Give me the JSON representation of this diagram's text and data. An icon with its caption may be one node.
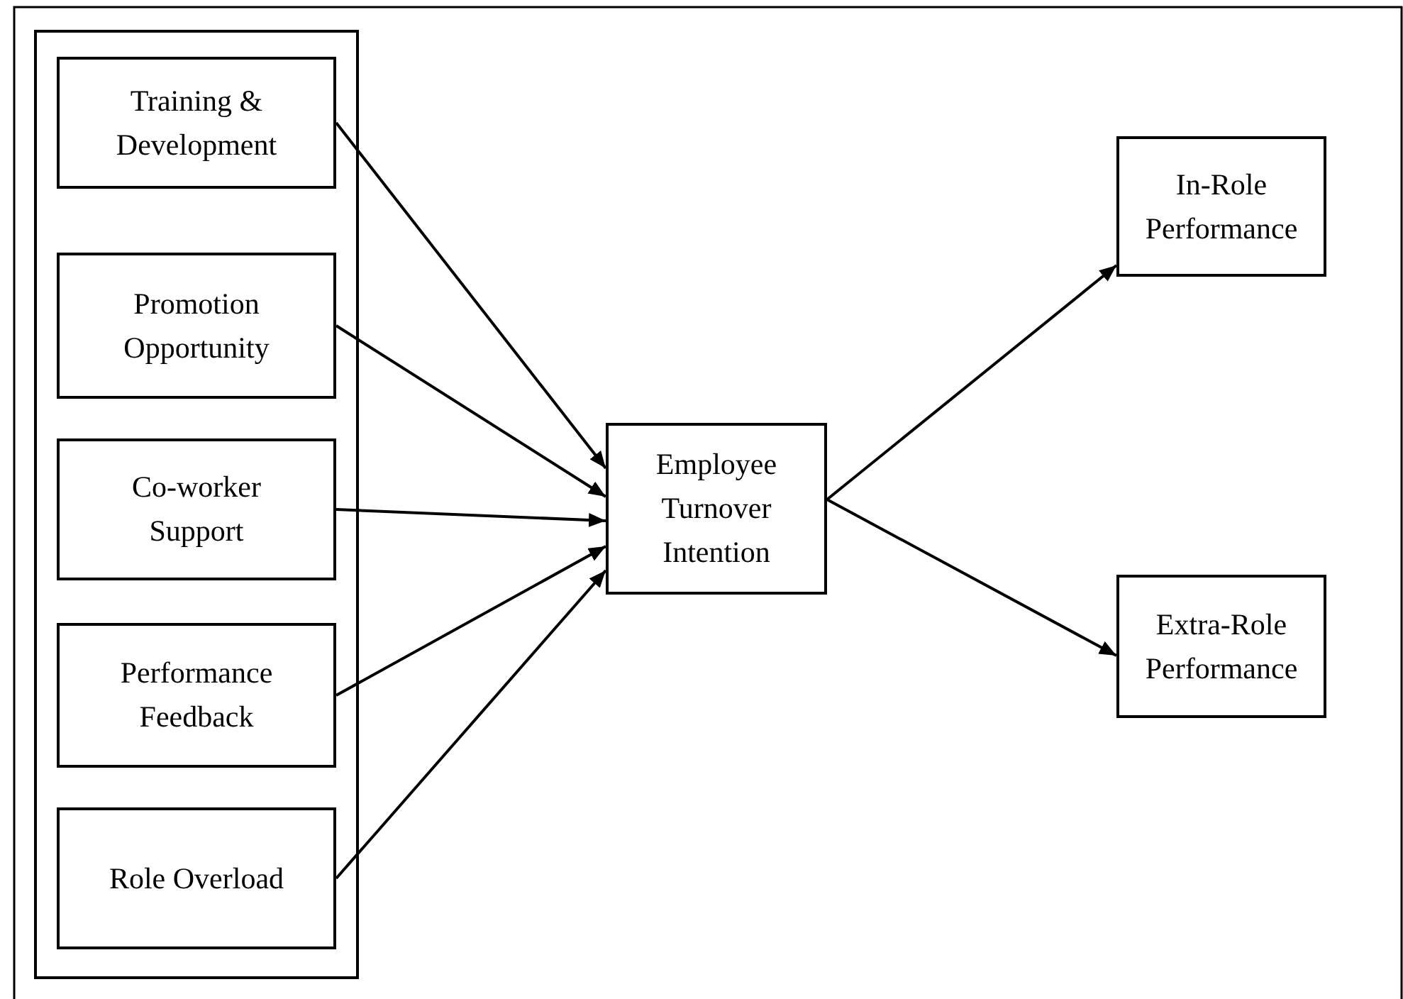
{
  "diagram": {
    "nodes": [
      {
        "text": [],
        "shape": "box"
      },
      {
        "text": [
          "Training & Development"
        ],
        "in": 0
      },
      {
        "text": [
          "Promotion Opportunity"
        ],
        "in": 0
      },
      {
        "text": [
          "Co-worker Support"
        ],
        "in": 0
      },
      {
        "text": [
          "Performance Feedback"
        ],
        "in": 0
      },
      {
        "text": [
          "Role Overload"
        ],
        "in": 0
      },
      {
        "text": [
          "Employee Turnover Intention"
        ]
      },
      {
        "text": [
          "In-Role Performance"
        ]
      },
      {
        "text": [
          "Extra-Role Performance"
        ]
      }
    ],
    "edges": [
      {
        "from": 1,
        "to": 6,
        "arrow": "to"
      },
      {
        "from": 2,
        "to": 6,
        "arrow": "to"
      },
      {
        "from": 3,
        "to": 6,
        "arrow": "to"
      },
      {
        "from": 4,
        "to": 6,
        "arrow": "to"
      },
      {
        "from": 5,
        "to": 6,
        "arrow": "to"
      },
      {
        "from": 6,
        "to": 7,
        "arrow": "to"
      },
      {
        "from": 6,
        "to": 8,
        "arrow": "to"
      }
    ]
  }
}
